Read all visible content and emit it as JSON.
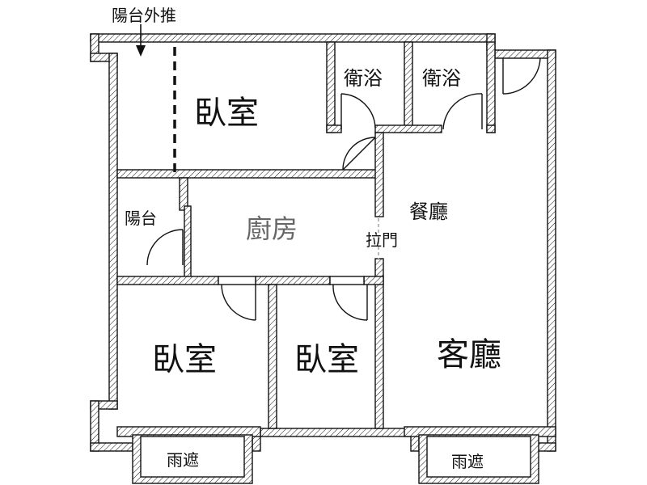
{
  "annotation": {
    "text": "陽台外推"
  },
  "rooms": {
    "bedroom_top": "臥室",
    "bath_left": "衛浴",
    "bath_right": "衛浴",
    "dining": "餐廳",
    "balcony": "陽台",
    "kitchen": "廚房",
    "sliding_door": "拉門",
    "bedroom_left": "臥室",
    "bedroom_mid": "臥室",
    "living": "客廳",
    "canopy_left": "雨遮",
    "canopy_right": "雨遮"
  }
}
